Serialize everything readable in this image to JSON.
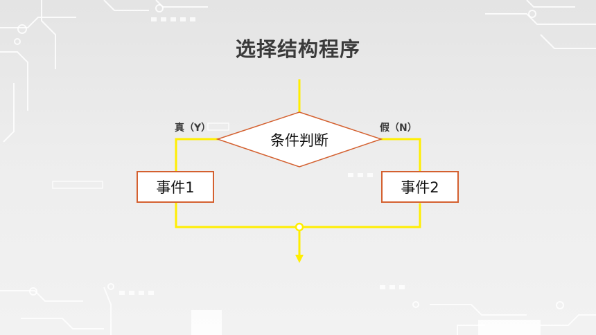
{
  "slide": {
    "title": "选择结构程序",
    "decor_icon": "circuit-pattern-icon"
  },
  "flowchart": {
    "condition_label": "条件判断",
    "true_branch_label": "真（Y）",
    "false_branch_label": "假（N）",
    "event_true_label": "事件1",
    "event_false_label": "事件2"
  },
  "colors": {
    "connector": "#ffee00",
    "condition_border": "#d4602f",
    "event_border": "#d4602f",
    "title_text": "#3a3a3a",
    "background": "#ebebeb",
    "circuit_decor": "#ffffff"
  }
}
